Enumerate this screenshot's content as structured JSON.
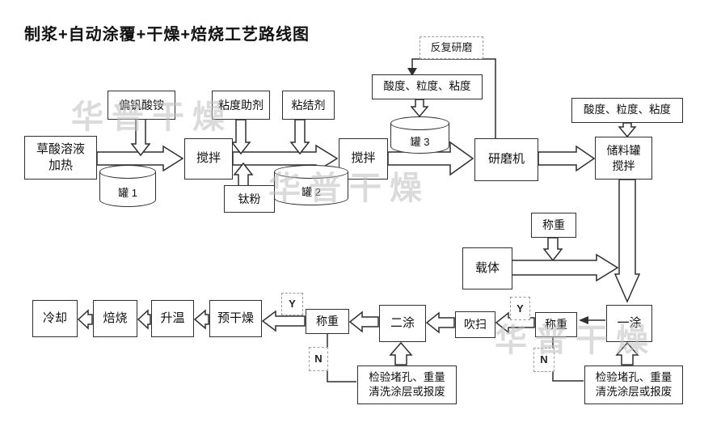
{
  "title": "制浆+自动涂覆+干燥+焙烧工艺路线图",
  "watermark": "华普干燥",
  "colors": {
    "line": "#2f2f2f",
    "watermark": "#bfbfbf",
    "background": "#ffffff"
  },
  "boxes": {
    "oxalic_heating": "草酸溶液\n加热",
    "ammonium_metavanadate": "偏钒酸铵",
    "stir1": "搅拌",
    "viscosity_aid": "粘度助剂",
    "binder": "粘结剂",
    "titanium_powder": "钛粉",
    "stir2": "搅拌",
    "quality_check1": "酸度、粒度、粘度",
    "repeat_grinding": "反复研磨",
    "grinder": "研磨机",
    "quality_check2": "酸度、粒度、粘度",
    "storage_tank_stir": "储料罐\n搅拌",
    "weigh_top": "称重",
    "carrier": "载体",
    "first_coat": "一涂",
    "weigh_right": "称重",
    "blow": "吹扫",
    "second_coat": "二涂",
    "weigh_left": "称重",
    "predry": "预干燥",
    "heat_up": "升温",
    "roast": "焙烧",
    "cool": "冷却",
    "inspect_mid": "检验堵孔、重量\n清洗涂层或报废",
    "inspect_right": "检验堵孔、重量\n清洗涂层或报废"
  },
  "tanks": {
    "tank1": "罐 1",
    "tank2": "罐 2",
    "tank3": "罐 3"
  },
  "decisions": {
    "y_left": "Y",
    "n_left": "N",
    "y_right": "Y",
    "n_right": "N"
  }
}
